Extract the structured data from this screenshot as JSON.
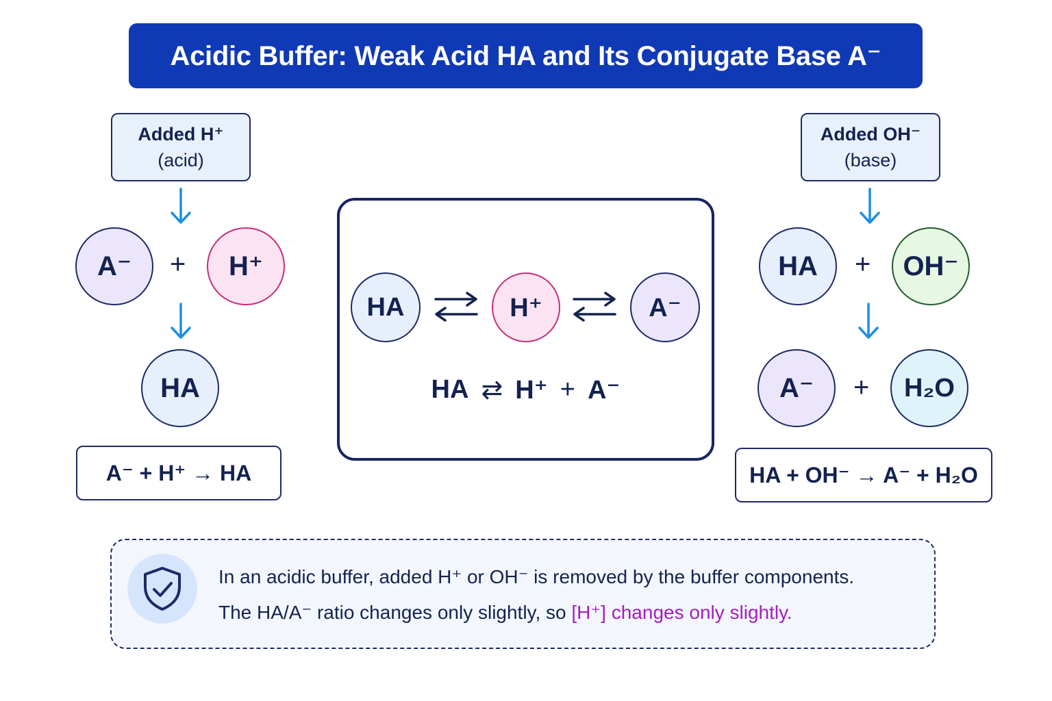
{
  "title": "Acidic Buffer: Weak Acid HA and Its Conjugate Base A⁻",
  "left": {
    "tag_line1": "Added H⁺",
    "tag_line2": "(acid)",
    "reactant1": "A⁻",
    "plus": "+",
    "reactant2": "H⁺",
    "product": "HA",
    "equation": "A⁻ + H⁺ → HA"
  },
  "center": {
    "species1": "HA",
    "species2": "H⁺",
    "species3": "A⁻",
    "equation_lhs": "HA",
    "equation_arrow": "⇄",
    "equation_ion": "H⁺",
    "equation_plus": "+",
    "equation_base": "A⁻"
  },
  "right": {
    "tag_line1": "Added OH⁻",
    "tag_line2": "(base)",
    "reactant1": "HA",
    "plus1": "+",
    "reactant2": "OH⁻",
    "product1": "A⁻",
    "plus2": "+",
    "product2": "H₂O",
    "equation": "HA + OH⁻ → A⁻ + H₂O"
  },
  "note": {
    "line1": "In an acidic buffer, added H⁺ or OH⁻ is removed by the buffer components.",
    "line2_plain": "The HA/A⁻ ratio changes only slightly, so",
    "line2_highlight": "[H⁺] changes only slightly."
  },
  "colors": {
    "title_bg": "#1039b5",
    "dark_navy": "#13224f",
    "arrow_blue": "#1a8fe3",
    "highlight_purple": "#a41dbf",
    "circle_purple": "#ebe6fb",
    "circle_pink": "#fbe3f2",
    "circle_blue": "#e6effb",
    "circle_green": "#e6f8e2",
    "circle_cyan": "#dff3fb"
  },
  "icons": [
    "down-arrow-icon",
    "equilibrium-arrows-icon",
    "shield-check-icon"
  ]
}
